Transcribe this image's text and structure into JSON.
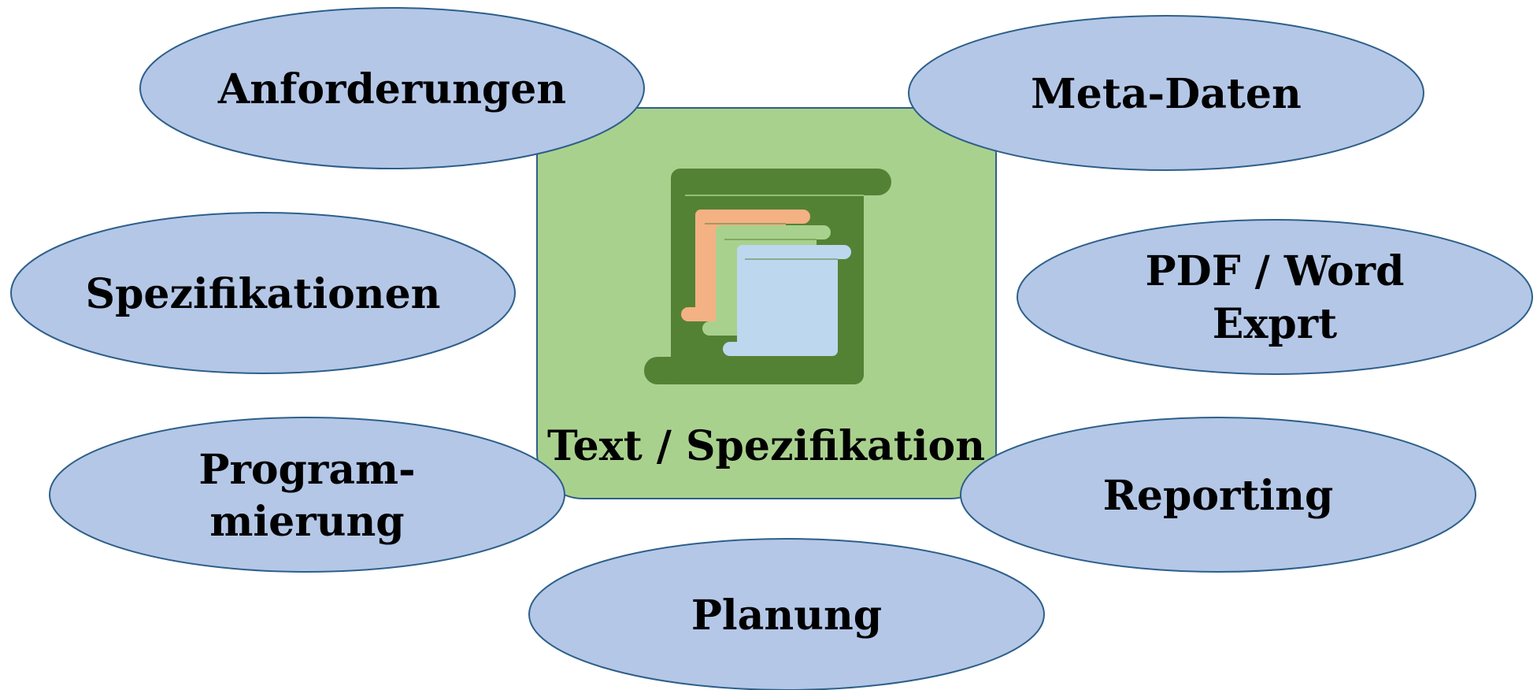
{
  "colors": {
    "ellipse_fill": "#b4c7e7",
    "ellipse_stroke": "#2e5f8a",
    "center_fill": "#a9d18e",
    "center_stroke": "#2e5f8a",
    "icon_dark": "#548235",
    "icon_orange": "#f4b183",
    "icon_light_green": "#a9d18e",
    "icon_light_blue": "#bdd7ee"
  },
  "center": {
    "label": "Text / Spezifikation",
    "icon": "document-scroll-icon"
  },
  "nodes": [
    {
      "id": "anforderungen",
      "lines": [
        "Anforderungen"
      ]
    },
    {
      "id": "meta-daten",
      "lines": [
        "Meta-Daten"
      ]
    },
    {
      "id": "spezifikationen",
      "lines": [
        "Spezifikationen"
      ]
    },
    {
      "id": "pdf-word-export",
      "lines": [
        "PDF / Word",
        "Exprt"
      ]
    },
    {
      "id": "programmierung",
      "lines": [
        "Program-",
        "mierung"
      ]
    },
    {
      "id": "reporting",
      "lines": [
        "Reporting"
      ]
    },
    {
      "id": "planung",
      "lines": [
        "Planung"
      ]
    }
  ]
}
